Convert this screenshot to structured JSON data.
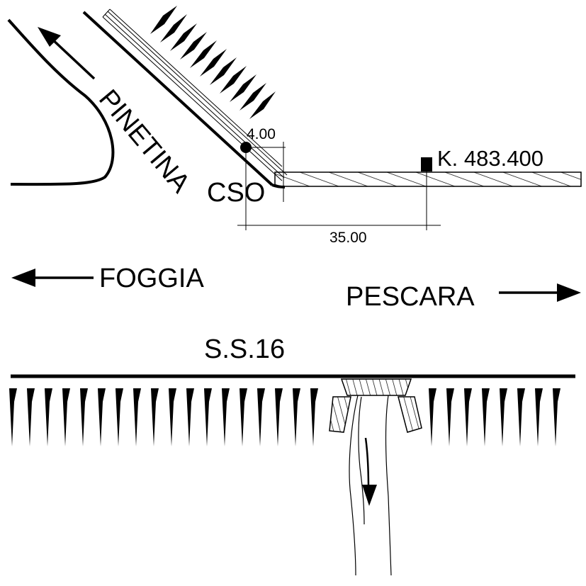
{
  "labels": {
    "pinetina": "PINETINA",
    "cso": "CSO",
    "dimension_short": "4.00",
    "dimension_long": "35.00",
    "chainage": "K. 483.400",
    "foggia": "FOGGIA",
    "pescara": "PESCARA",
    "road": "S.S.16"
  },
  "colors": {
    "ink": "#000000",
    "background": "#ffffff"
  },
  "icons": {
    "marker_point": "filled-circle",
    "chainage_marker": "filled-square",
    "direction_arrow": "arrow"
  }
}
